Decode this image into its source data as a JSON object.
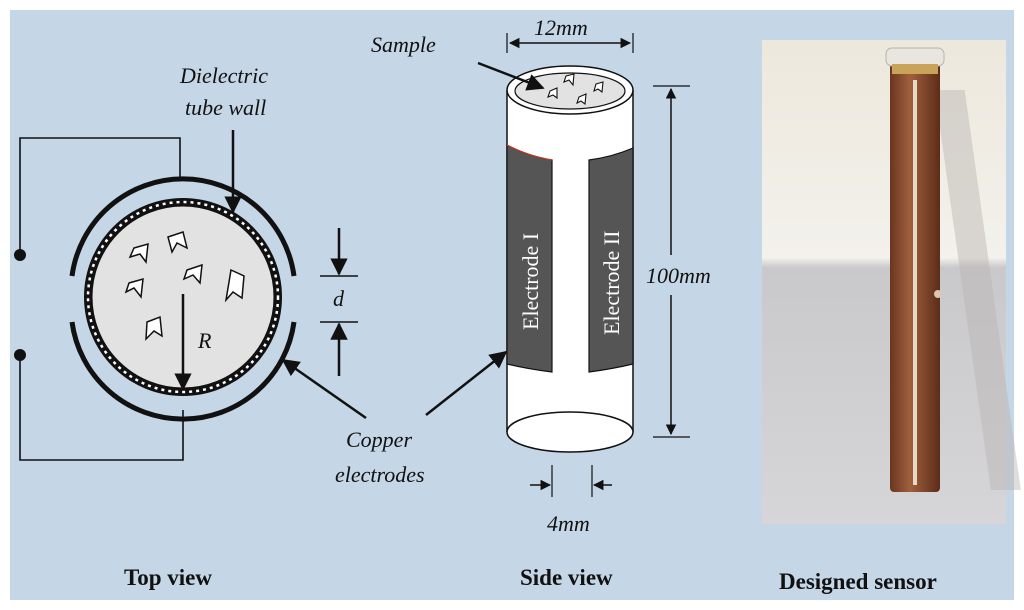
{
  "top_view": {
    "dielectric_label_line1": "Dielectric",
    "dielectric_label_line2": "tube wall",
    "radius_label": "R",
    "gap_label": "d",
    "caption": "Top view"
  },
  "side_view": {
    "sample_label": "Sample",
    "diameter_label": "12mm",
    "length_label": "100mm",
    "gap_label": "4mm",
    "electrode_1_label": "Electrode I",
    "electrode_2_label": "Electrode II",
    "caption": "Side view"
  },
  "shared": {
    "copper_label_line1": "Copper",
    "copper_label_line2": "electrodes"
  },
  "photo": {
    "caption": "Designed sensor"
  },
  "colors": {
    "background": "#c5d6e6",
    "electrode_dark": "#555555",
    "copper": "#8a4a2e",
    "sample_fill": "#e2e2e2"
  }
}
